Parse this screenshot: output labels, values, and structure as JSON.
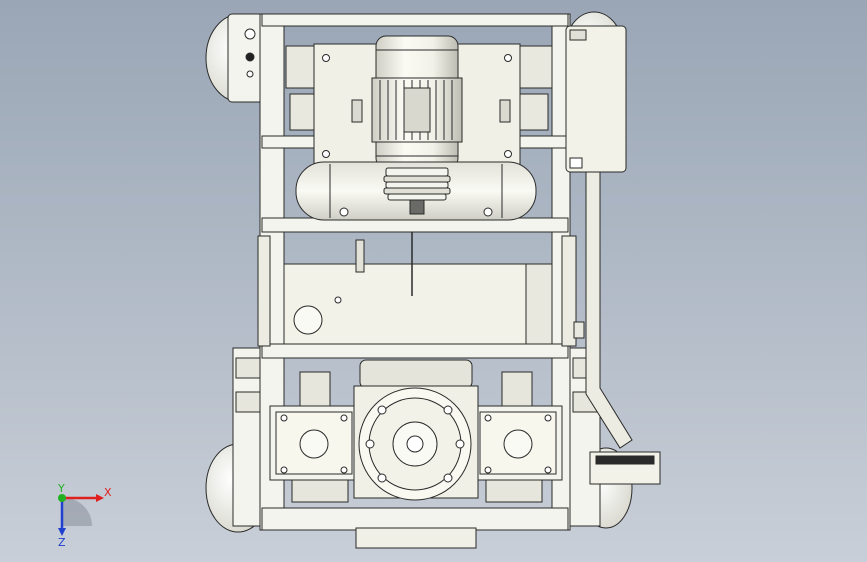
{
  "viewport": {
    "name": "cad-graphics-area",
    "background_top": "#9aa6b6",
    "background_bottom": "#c9cfd8"
  },
  "triad": {
    "x_label": "X",
    "y_label": "Y",
    "z_label": "Z",
    "x_color": "#e02020",
    "y_color": "#20b020",
    "z_color": "#2040d0"
  },
  "model": {
    "line_color": "#2a2a2a",
    "body_fill": "#f4f4ee",
    "shade_fill": "#dcdcd2",
    "dark_fill": "#9a9a94"
  }
}
